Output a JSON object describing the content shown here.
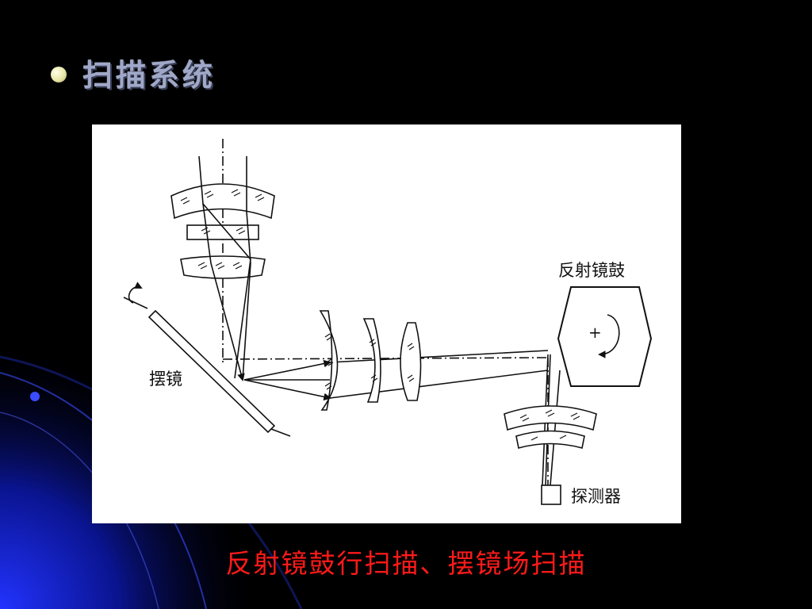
{
  "slide": {
    "title": "扫描系统",
    "caption": "反射镜鼓行扫描、摆镜场扫描"
  },
  "figure": {
    "labels": {
      "drum": "反射镜鼓",
      "swing_mirror": "摆镜",
      "detector": "探测器",
      "plus": "+"
    }
  },
  "colors": {
    "background": "#000000",
    "caption": "#ff1a1a",
    "title": "#a0a8c8",
    "swoosh": "#1a2ad8"
  }
}
